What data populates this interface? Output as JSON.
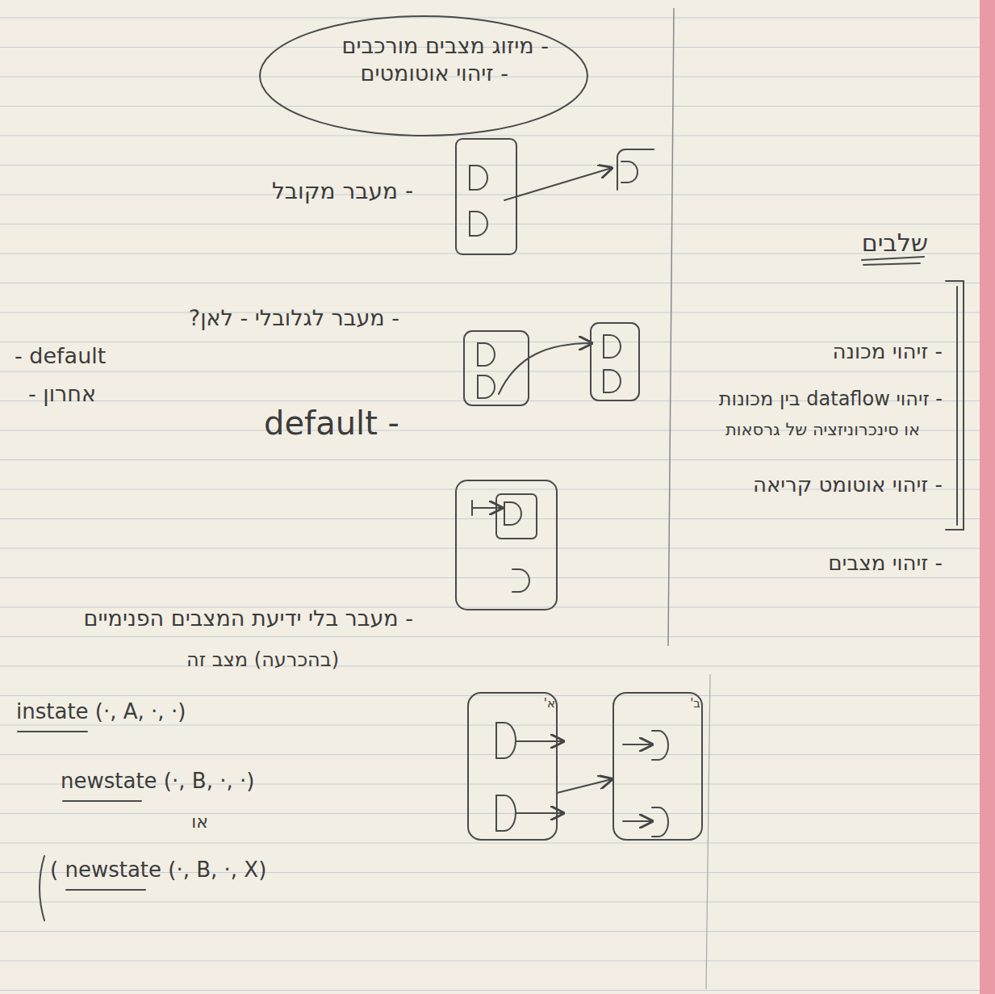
{
  "diagram": {
    "nodes": [
      {
        "text": [
          "- מיזוג מצבים מורכבים",
          "- זיהוי אוטומטים"
        ]
      }
    ],
    "labels": [
      "- מעבר מקובל",
      "- מעבר לגלובלי - לאן?",
      "- default",
      "- אחרון",
      "- default",
      "- מעבר בלי ידיעת המצבים הפנימיים",
      "(בהכרעה) מצב זה",
      "instate (·, A, ·, ·)",
      "newstate (·, B, ·, ·)",
      "או",
      "( newstate (·, B, ·, X)",
      "שלבים",
      "- זיהוי מכונה",
      "- זיהוי dataflow בין מכונות",
      "או סינכרוניזציה של גרסאות",
      "- זיהוי אוטומט קריאה",
      "- זיהוי מצבים",
      "א'",
      "ב'"
    ]
  }
}
